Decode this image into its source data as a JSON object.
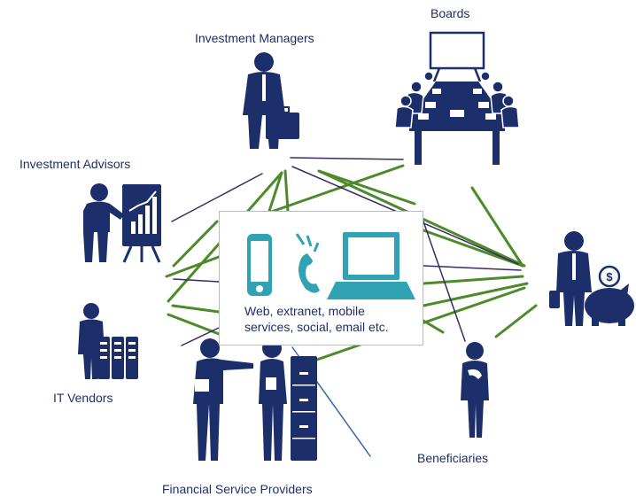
{
  "diagram": {
    "labels": {
      "boards": "Boards",
      "investment_managers": "Investment Managers",
      "investment_advisors": "Investment Advisors",
      "it_vendors": "IT Vendors",
      "financial_service_providers": "Financial Service Providers",
      "beneficiaries": "Beneficiaries"
    },
    "center": {
      "caption_line1": "Web, extranet, mobile",
      "caption_line2": "services, social, email etc."
    },
    "colors": {
      "figure": "#1d2f6b",
      "green_link": "#4c8a2a",
      "purple_link": "#3b2a63",
      "teal_icon": "#2fa3b4",
      "board_chair": "#9aa4b8"
    },
    "icons": [
      "businessman-briefcase-icon",
      "boardroom-icon",
      "presenter-chart-icon",
      "person-servers-icon",
      "two-people-cabinet-icon",
      "thinking-person-icon",
      "person-piggy-bank-icon",
      "smartphone-icon",
      "telephone-handset-icon",
      "laptop-icon"
    ]
  }
}
